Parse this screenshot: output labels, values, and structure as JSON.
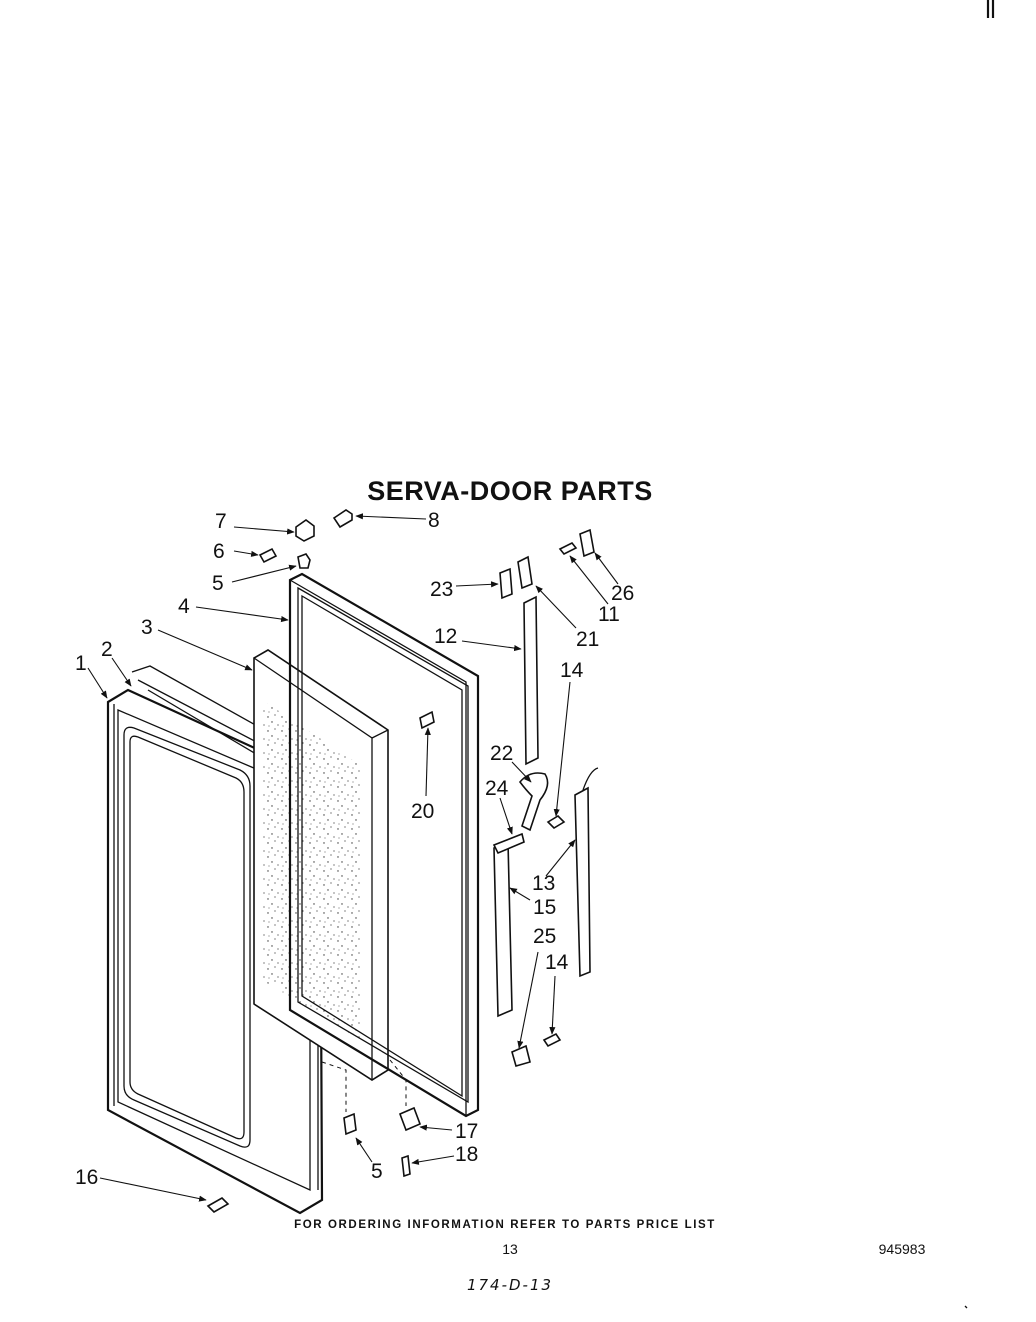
{
  "title": "SERVA-DOOR PARTS",
  "footer_note": "FOR ORDERING INFORMATION REFER TO PARTS PRICE LIST",
  "page_number": "13",
  "diagram_number": "945983",
  "handwritten_ref": "174-D-13",
  "callouts": {
    "c1": "1",
    "c2": "2",
    "c3": "3",
    "c4": "4",
    "c5a": "5",
    "c5b": "5",
    "c6": "6",
    "c7": "7",
    "c8": "8",
    "c11": "11",
    "c12": "12",
    "c13": "13",
    "c14a": "14",
    "c14b": "14",
    "c15": "15",
    "c16": "16",
    "c17": "17",
    "c18": "18",
    "c20": "20",
    "c21": "21",
    "c22": "22",
    "c23": "23",
    "c24": "24",
    "c25": "25",
    "c26": "26"
  }
}
